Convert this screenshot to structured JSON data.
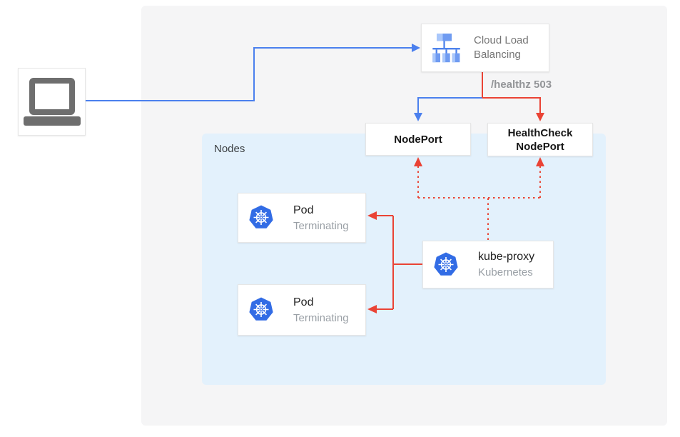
{
  "diagram": {
    "cloud_load_balancing": {
      "line1": "Cloud Load",
      "line2": "Balancing"
    },
    "healthz_label": "/healthz 503",
    "nodeport_label": "NodePort",
    "healthcheck_nodeport": {
      "line1": "HealthCheck",
      "line2": "NodePort"
    },
    "nodes_group_label": "Nodes",
    "pods": [
      {
        "title": "Pod",
        "status": "Terminating"
      },
      {
        "title": "Pod",
        "status": "Terminating"
      }
    ],
    "kube_proxy": {
      "title": "kube-proxy",
      "subtitle": "Kubernetes"
    },
    "edges": [
      {
        "from": "client-laptop",
        "to": "cloud-load-balancing",
        "color": "blue",
        "style": "solid"
      },
      {
        "from": "cloud-load-balancing",
        "to": "nodeport",
        "color": "blue",
        "style": "solid"
      },
      {
        "from": "cloud-load-balancing",
        "to": "healthcheck-nodeport",
        "color": "red",
        "style": "solid",
        "label": "/healthz 503"
      },
      {
        "from": "kube-proxy",
        "to": "pod-1",
        "color": "red",
        "style": "solid"
      },
      {
        "from": "kube-proxy",
        "to": "pod-2",
        "color": "red",
        "style": "solid"
      },
      {
        "from": "kube-proxy",
        "to": "nodeport",
        "color": "red",
        "style": "dotted"
      },
      {
        "from": "kube-proxy",
        "to": "healthcheck-nodeport",
        "color": "red",
        "style": "dotted"
      }
    ],
    "colors": {
      "traffic_blue": "#4b80ee",
      "error_red": "#ea4335",
      "kubernetes_blue": "#326ce5",
      "nodes_panel_bg": "#e3f1fc",
      "outer_panel_bg": "#f5f5f6",
      "muted_text": "#757575"
    }
  }
}
